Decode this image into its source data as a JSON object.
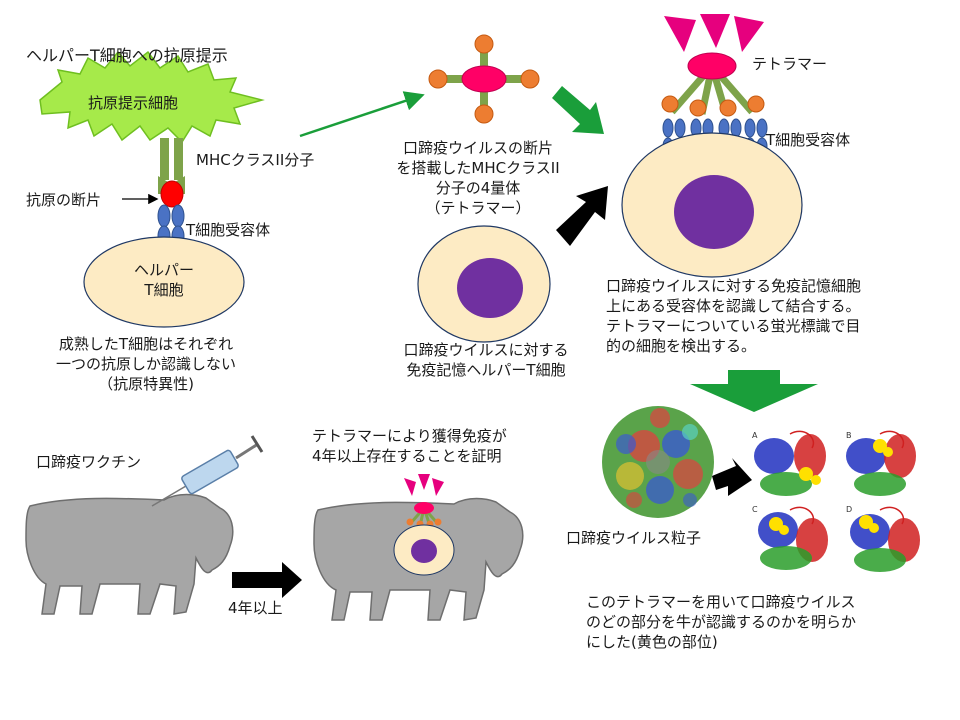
{
  "title": "ヘルパーT細胞への抗原提示",
  "labels": {
    "apc": "抗原提示細胞",
    "mhc_class2": "MHCクラスII分子",
    "antigen_fragment": "抗原の断片",
    "tcr_left": "T細胞受容体",
    "helper_t": [
      "ヘルパー",
      "T細胞"
    ],
    "specificity": [
      "成熟したT細胞はそれぞれ",
      "一つの抗原しか認識しない",
      "（抗原特異性)"
    ],
    "tetramer_desc": [
      "口蹄疫ウイルスの断片",
      "を搭載したMHCクラスII",
      "分子の4量体",
      "（テトラマー）"
    ],
    "memory_helper": [
      "口蹄疫ウイルスに対する",
      "免疫記憶ヘルパーT細胞"
    ],
    "tetramer": "テトラマー",
    "tcr_right": "T細胞受容体",
    "binding_desc": [
      "口蹄疫ウイルスに対する免疫記憶細胞",
      "上にある受容体を認識して結合する。",
      "テトラマーについている蛍光標識で目",
      "的の細胞を検出する。"
    ],
    "vaccine": "口蹄疫ワクチン",
    "proof": [
      "テトラマーにより獲得免疫が",
      "4年以上存在することを証明"
    ],
    "years": "4年以上",
    "virus_particle": "口蹄疫ウイルス粒子",
    "conclusion": [
      "このテトラマーを用いて口蹄疫ウイルス",
      "のどの部分を牛が認識するのかを明らか",
      "にした(黄色の部位)"
    ],
    "panel_letters": [
      "A",
      "B",
      "C",
      "D"
    ]
  },
  "colors": {
    "apc_green": "#9be33a",
    "mhc_green": "#7ea34a",
    "antigen_red": "#ff0000",
    "tcr_blue": "#4a72c4",
    "cell_fill": "#fdebc4",
    "nucleus": "#7030a0",
    "tetramer_core": "#ff0066",
    "fluor_tri": "#e6007e",
    "orange": "#ed7d31",
    "green_arrow": "#1a9e3a",
    "cow_gray": "#a6a6a6"
  }
}
